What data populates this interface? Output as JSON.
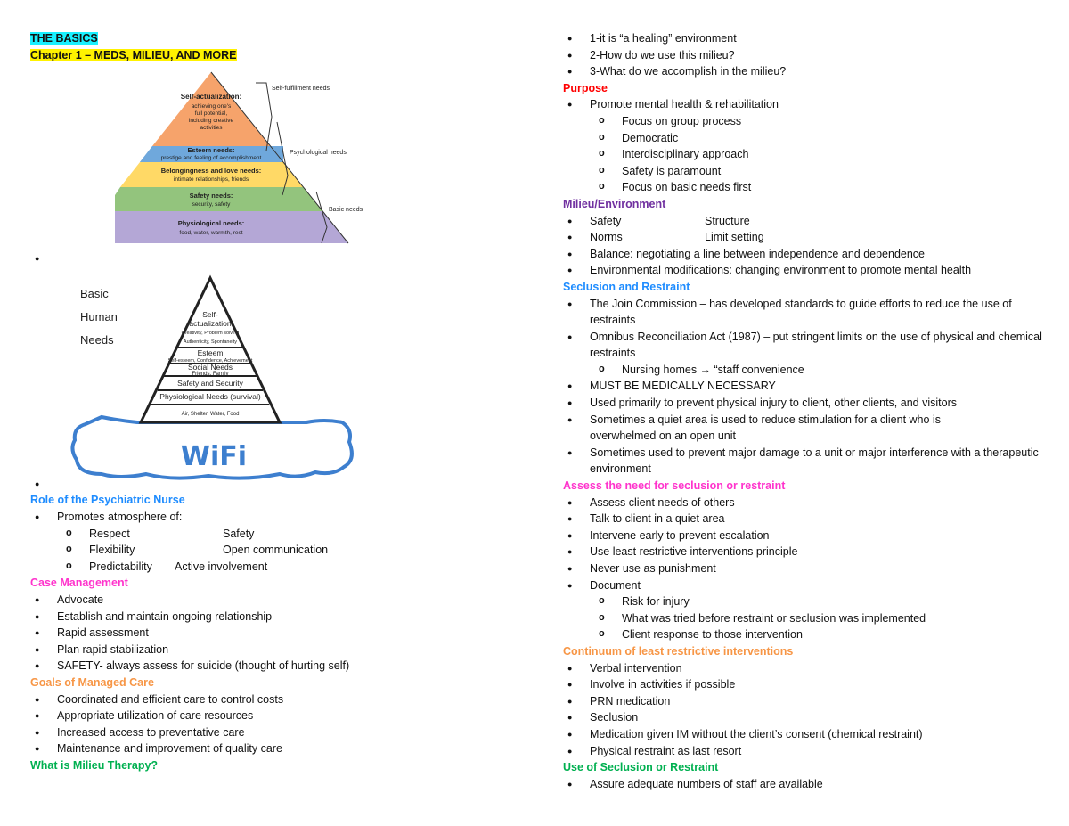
{
  "title_basics": "THE BASICS",
  "title_chapter": "Chapter 1 – MEDS, MILIEU, AND MORE",
  "pyramid1": {
    "levels": [
      {
        "title": "Self-actualization:",
        "desc": "achieving one's full potential, including creative activities",
        "color": "#f6a36b"
      },
      {
        "title": "Esteem needs:",
        "desc": "prestige and feeling of accomplishment",
        "color": "#6fa8dc"
      },
      {
        "title": "Belongingness and love needs:",
        "desc": "intimate relationships, friends",
        "color": "#ffd966"
      },
      {
        "title": "Safety needs:",
        "desc": "security, safety",
        "color": "#93c47d"
      },
      {
        "title": "Physiological needs:",
        "desc": "food, water, warmth, rest",
        "color": "#b4a7d6"
      }
    ],
    "brackets": [
      "Self-fulfillment needs",
      "Psychological needs",
      "Basic needs"
    ]
  },
  "pyramid2": {
    "side_labels": [
      "Basic",
      "Human",
      "Needs"
    ],
    "levels": [
      {
        "title": "Self-actualization",
        "desc": "Creativity, Problem solving, Authenticity, Spontaneity"
      },
      {
        "title": "Esteem",
        "desc": "Self-esteem, Confidence, Achievement"
      },
      {
        "title": "Social Needs",
        "desc": "Friends, Family"
      },
      {
        "title": "Safety and Security",
        "desc": ""
      },
      {
        "title": "Physiological Needs (survival)",
        "desc": "Air, Shelter, Water, Food"
      }
    ],
    "base_label": "WiFi"
  },
  "left": {
    "role_heading": "Role of the Psychiatric Nurse",
    "role_bullet": "Promotes atmosphere of:",
    "role_sub": [
      [
        "Respect",
        "Safety"
      ],
      [
        "Flexibility",
        "Open communication"
      ],
      [
        "Predictability",
        "Active involvement"
      ]
    ],
    "case_heading": "Case Management",
    "case_items": [
      "Advocate",
      "Establish and maintain ongoing relationship",
      "Rapid assessment",
      "Plan rapid stabilization",
      "SAFETY- always assess for suicide (thought of hurting self)"
    ],
    "goals_heading": "Goals of Managed Care",
    "goals_items": [
      "Coordinated and efficient care to control costs",
      "Appropriate utilization of care resources",
      "Increased access to preventative care",
      "Maintenance and improvement of quality care"
    ],
    "milieu_q_heading": "What is Milieu Therapy?"
  },
  "right": {
    "intro_items": [
      "1-it is “a healing” environment",
      "2-How do we use this milieu?",
      "3-What do we accomplish in the milieu?"
    ],
    "purpose_heading": "Purpose",
    "purpose_bullet": "Promote mental health & rehabilitation",
    "purpose_sub": [
      "Focus on group process",
      "Democratic",
      "Interdisciplinary approach",
      "Safety is paramount"
    ],
    "purpose_last_pre": "Focus on ",
    "purpose_last_u": "basic needs",
    "purpose_last_post": " first",
    "env_heading": "Milieu/Environment",
    "env_pairs": [
      [
        "Safety",
        "Structure"
      ],
      [
        "Norms",
        "Limit setting"
      ]
    ],
    "env_items": [
      "Balance: negotiating a line between independence and dependence",
      "Environmental modifications: changing environment to promote mental health"
    ],
    "seclusion_heading": "Seclusion and Restraint",
    "seclusion_items_a": [
      "The Join Commission – has developed standards to guide efforts to reduce the use of restraints",
      "Omnibus Reconciliation Act (1987) – put stringent limits on the use of physical and chemical restraints"
    ],
    "seclusion_sub": "Nursing homes → “staff convenience",
    "seclusion_items_b": [
      "MUST BE MEDICALLY NECESSARY",
      "Used primarily to prevent physical injury to client, other clients, and visitors",
      "Sometimes a quiet area is used to reduce stimulation for a client who is overwhelmed on an open unit",
      "Sometimes used to prevent major damage to a unit or major interference with a therapeutic environment"
    ],
    "assess_heading": "Assess the need for seclusion or restraint",
    "assess_items": [
      "Assess client needs of others",
      "Talk to client in a quiet area",
      "Intervene early to prevent escalation",
      "Use least restrictive interventions principle",
      "Never use as punishment",
      "Document"
    ],
    "document_sub": [
      "Risk for injury",
      "What was tried before restraint or seclusion was implemented",
      "Client response to those intervention"
    ],
    "continuum_heading": "Continuum of least restrictive interventions",
    "continuum_items": [
      "Verbal intervention",
      "Involve in activities if possible",
      "PRN medication",
      "Seclusion",
      "Medication given IM without the client’s consent (chemical restraint)",
      "Physical restraint as last resort"
    ],
    "use_heading": "Use of Seclusion or Restraint",
    "use_items": [
      "Assure adequate numbers of staff are available"
    ]
  }
}
